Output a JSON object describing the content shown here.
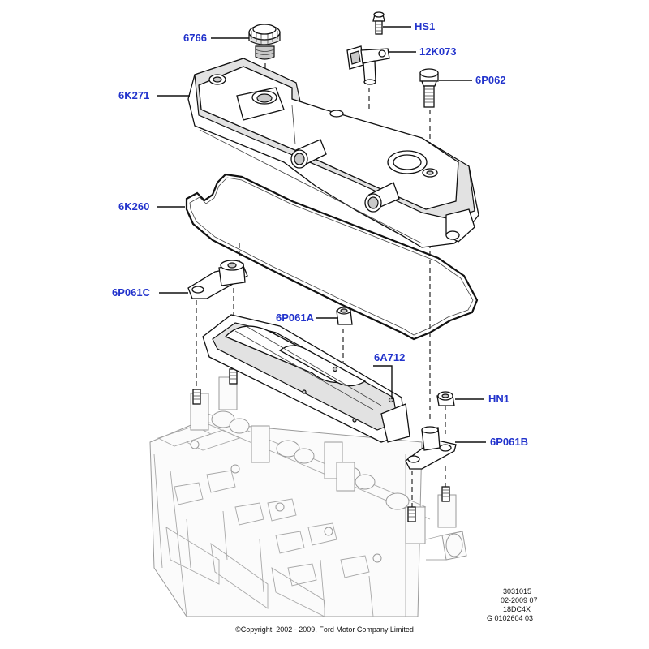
{
  "labels": {
    "l6766": "6766",
    "lHS1": "HS1",
    "l12K073": "12K073",
    "l6P062": "6P062",
    "l6K271": "6K271",
    "l6K260": "6K260",
    "l6P061C": "6P061C",
    "l6P061A": "6P061A",
    "l6A712": "6A712",
    "lHN1": "HN1",
    "l6P061B": "6P061B"
  },
  "meta": {
    "line1": "3031015",
    "line2": "02-2009 07",
    "line3": "18DC4X",
    "line4": "G 0102604 03"
  },
  "copyright": "©Copyright, 2002 - 2009, Ford Motor Company Limited",
  "colors": {
    "label": "#2233cc",
    "line": "#111111"
  }
}
